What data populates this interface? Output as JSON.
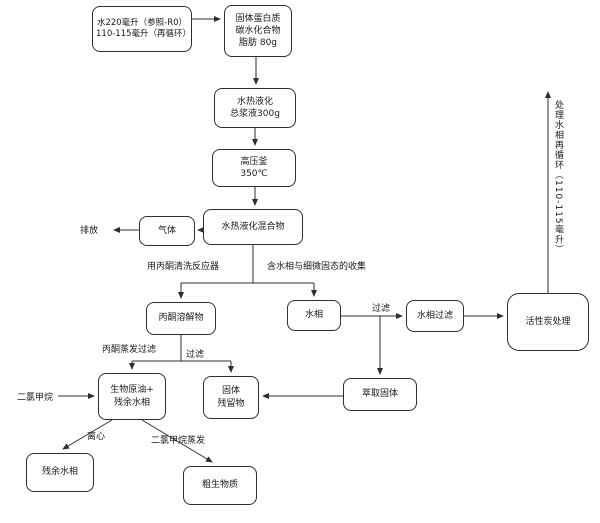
{
  "diagram": {
    "nodes": {
      "water_input": {
        "line1": "水220毫升（参照-R0）",
        "line2": "110-115毫升（再循环）"
      },
      "feedstock": {
        "line1": "固体蛋白质",
        "line2": "碳水化合物",
        "line3": "脂肪 80g"
      },
      "htl_slurry": {
        "line1": "水热液化",
        "line2": "总浆液300g"
      },
      "autoclave": {
        "line1": "高压釜",
        "line2": "350℃"
      },
      "htl_mixture": {
        "label": "水热液化混合物"
      },
      "gas": {
        "label": "气体"
      },
      "acetone_dissolved": {
        "label": "丙酮溶解物"
      },
      "aqueous_phase": {
        "label": "水相"
      },
      "aqueous_filtration": {
        "label": "水相过滤"
      },
      "activated_carbon": {
        "label": "活性炭处理"
      },
      "biocrude": {
        "line1": "生物原油+",
        "line2": "残余水相"
      },
      "solid_residue": {
        "line1": "固体",
        "line2": "残留物"
      },
      "extracted_solids": {
        "label": "萃取固体"
      },
      "residual_aqueous": {
        "label": "残余水相"
      },
      "crude_biomass": {
        "label": "粗生物质"
      }
    },
    "labels": {
      "discharge": "排放",
      "wash_reactor": "用丙酮清洗反应器",
      "collection": "含水相与细微固态的收集",
      "filter_aqueous": "过滤",
      "acetone_evap_filter": "丙酮蒸发过滤",
      "filter_solid": "过滤",
      "dichloromethane": "二氯甲烷",
      "centrifuge": "离心",
      "dcm_evaporation": "二氯甲烷蒸发",
      "recycle": "处理水相再循环（110-115毫升）"
    },
    "colors": {
      "line": "#2e2e2e",
      "box_border": "#2e2e2e",
      "box_fill": "#ffffff",
      "background": "#ffffff"
    }
  }
}
